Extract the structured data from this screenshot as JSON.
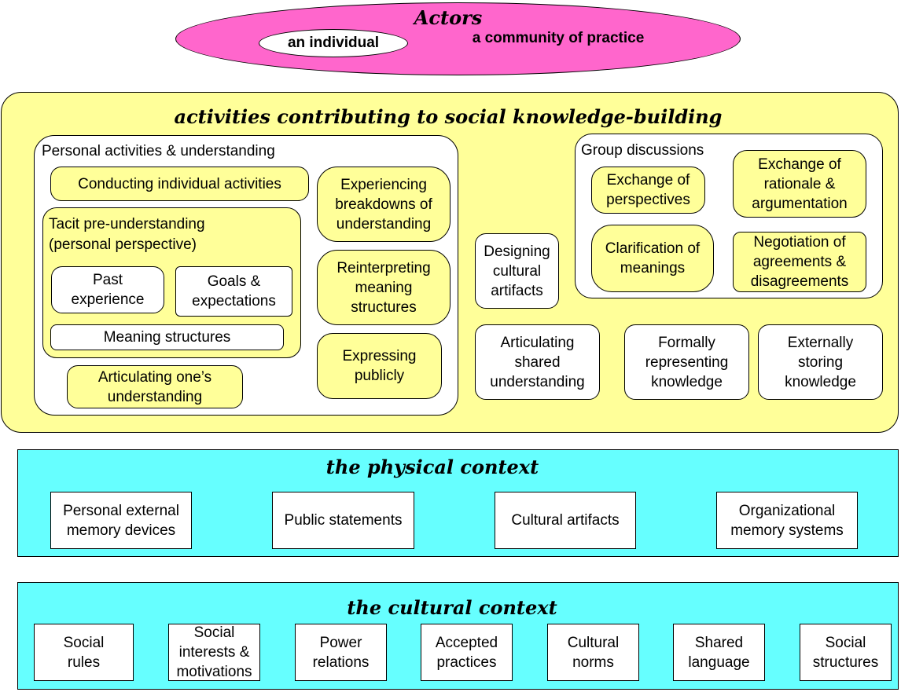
{
  "actors": {
    "title": "Actors",
    "individual": "an individual",
    "community": "a community of practice"
  },
  "activities": {
    "title": "activities contributing to social knowledge-building",
    "personal": {
      "title": "Personal activities & understanding",
      "conducting": "Conducting individual activities",
      "tacit": {
        "title": "Tacit pre-understanding\n(personal perspective)",
        "past": "Past\nexperience",
        "goals": "Goals &\nexpectations",
        "meaning": "Meaning structures"
      },
      "articulating": "Articulating one’s\nunderstanding",
      "breakdowns": "Experiencing\nbreakdowns of\nunderstanding",
      "reinterpreting": "Reinterpreting\nmeaning\nstructures",
      "expressing": "Expressing\npublicly"
    },
    "designing": "Designing\ncultural\nartifacts",
    "group": {
      "title": "Group discussions",
      "exchange_perspectives": "Exchange of\nperspectives",
      "exchange_rationale": "Exchange of\nrationale &\nargumentation",
      "clarification": "Clarification of\nmeanings",
      "negotiation": "Negotiation of\nagreements &\ndisagreements"
    },
    "articulating_shared": "Articulating\nshared\nunderstanding",
    "formally": "Formally\nrepresenting\nknowledge",
    "externally": "Externally\nstoring\nknowledge"
  },
  "physical": {
    "title": "the physical context",
    "items": [
      "Personal external\nmemory devices",
      "Public statements",
      "Cultural artifacts",
      "Organizational\nmemory systems"
    ]
  },
  "cultural": {
    "title": "the cultural context",
    "items": [
      "Social\nrules",
      "Social\ninterests &\nmotivations",
      "Power\nrelations",
      "Accepted\npractices",
      "Cultural\nnorms",
      "Shared\nlanguage",
      "Social\nstructures"
    ]
  },
  "colors": {
    "actors": "#ff66cc",
    "activities": "#ffff99",
    "context": "#66ffff"
  }
}
